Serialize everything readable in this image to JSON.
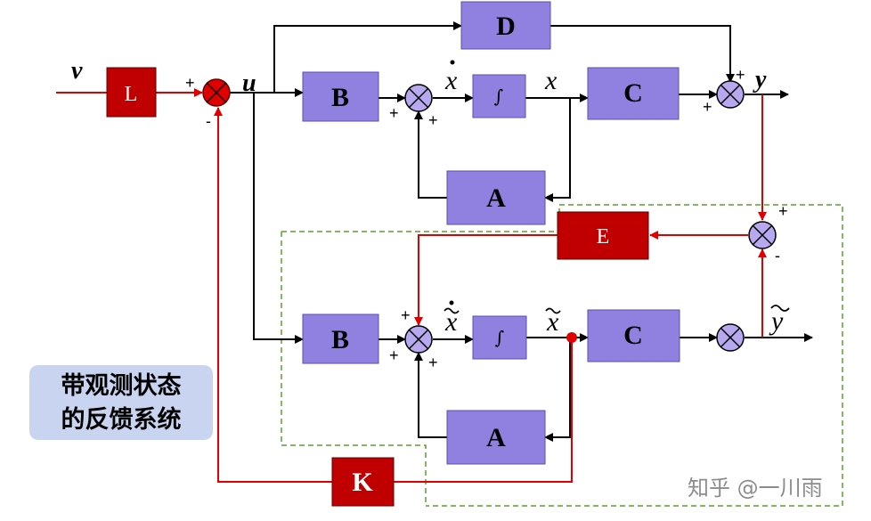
{
  "blocks": {
    "L": "L",
    "B_top": "B",
    "integrator_top": "∫",
    "C_top": "C",
    "D": "D",
    "A_top": "A",
    "E": "E",
    "B_obs": "B",
    "integrator_obs": "∫",
    "C_obs": "C",
    "A_obs": "A",
    "K": "K"
  },
  "signals": {
    "v": "v",
    "u": "u",
    "x_dot": "x",
    "x": "x",
    "y": "y",
    "xhat_dot": "x",
    "xhat": "x",
    "yhat": "y"
  },
  "signs": {
    "s1_plus": "+",
    "s1_minus": "-",
    "s2_plus_left": "+",
    "s2_plus_bottom": "+",
    "s3_plus_top": "+",
    "s3_plus_left": "+",
    "s4_plus": "+",
    "s4_minus": "-",
    "s5_plus_top": "+",
    "s5_plus_left": "+",
    "s5_plus_bottom": "+"
  },
  "caption": {
    "line1": "带观测状态",
    "line2": "的反馈系统"
  },
  "watermark": "知乎 @一川雨",
  "colors": {
    "block_fill": "#9080e0",
    "red_block_fill": "#c00000",
    "signal_red": "#e00000",
    "dashed_green": "#5aa02c",
    "caption_bg": "#c9d4f1"
  }
}
